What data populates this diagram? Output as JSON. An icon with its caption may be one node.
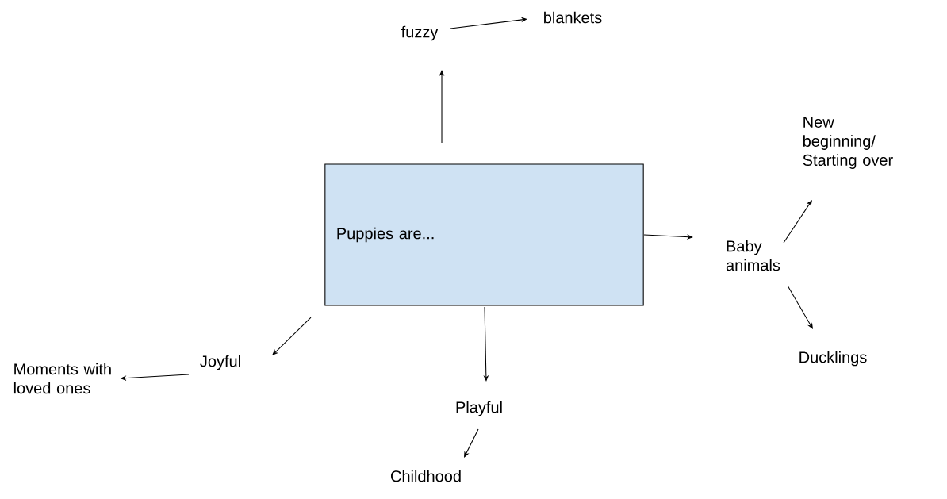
{
  "diagram": {
    "nodes": [
      {
        "text": [
          "Puppies are..."
        ]
      },
      {
        "text": [
          "fuzzy"
        ]
      },
      {
        "text": [
          "blankets"
        ]
      },
      {
        "text": [
          "Baby animals"
        ]
      },
      {
        "text": [
          "New beginning/ Starting over"
        ]
      },
      {
        "text": [
          "Ducklings"
        ]
      },
      {
        "text": [
          "Playful"
        ]
      },
      {
        "text": [
          "Childhood"
        ]
      },
      {
        "text": [
          "Joyful"
        ]
      },
      {
        "text": [
          "Moments with loved ones"
        ]
      }
    ],
    "edges": [
      {
        "from": 0,
        "to": 1,
        "arrow": "to"
      },
      {
        "from": 1,
        "to": 2,
        "arrow": "to"
      },
      {
        "from": 0,
        "to": 3,
        "arrow": "to"
      },
      {
        "from": 3,
        "to": 4,
        "arrow": "to"
      },
      {
        "from": 3,
        "to": 5,
        "arrow": "to"
      },
      {
        "from": 0,
        "to": 6,
        "arrow": "to"
      },
      {
        "from": 6,
        "to": 7,
        "arrow": "to"
      },
      {
        "from": 0,
        "to": 8,
        "arrow": "to"
      },
      {
        "from": 8,
        "to": 9,
        "arrow": "to"
      }
    ]
  }
}
